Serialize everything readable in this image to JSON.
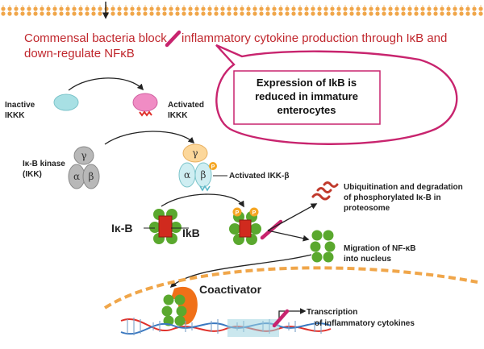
{
  "header": {
    "line1": "Commensal bacteria block",
    "line1b": "inflammatory cytokine production through IκB and",
    "line2": "down-regulate NFκB"
  },
  "callout": {
    "line1": "Expression of IkB is",
    "line2": "reduced in immature",
    "line3": "enterocytes"
  },
  "ikkk": {
    "inactive": [
      "Inactive",
      "IKKK"
    ],
    "activated": [
      "Activated",
      "IKKK"
    ]
  },
  "ikk": {
    "label": [
      "Iκ-B kinase",
      "(IKK)"
    ],
    "activated_label": "Activated IKK-β",
    "gamma": "γ",
    "alpha": "α",
    "beta": "β",
    "p": "P"
  },
  "ikb": {
    "left_label": "Iκ-B",
    "right_label": "IkB",
    "p": "P"
  },
  "outcomes": {
    "ubiquitination": [
      "Ubiquitination and degradation",
      "of phosphorylated Iκ-B in",
      "proteosome"
    ],
    "migration": [
      "Migration of NF-κB",
      "into nucleus"
    ]
  },
  "nucleus": {
    "coactivator": "Coactivator",
    "transcription": [
      "Transcription",
      "of inflammatory cytokines"
    ]
  },
  "colors": {
    "accent_red": "#c0272d",
    "magenta": "#c8246e",
    "membrane": "#f0a64a",
    "green": "#5aa82e",
    "box_red": "#d02a1e",
    "coactivator": "#f07018",
    "dna_blue": "#3a78c0"
  }
}
